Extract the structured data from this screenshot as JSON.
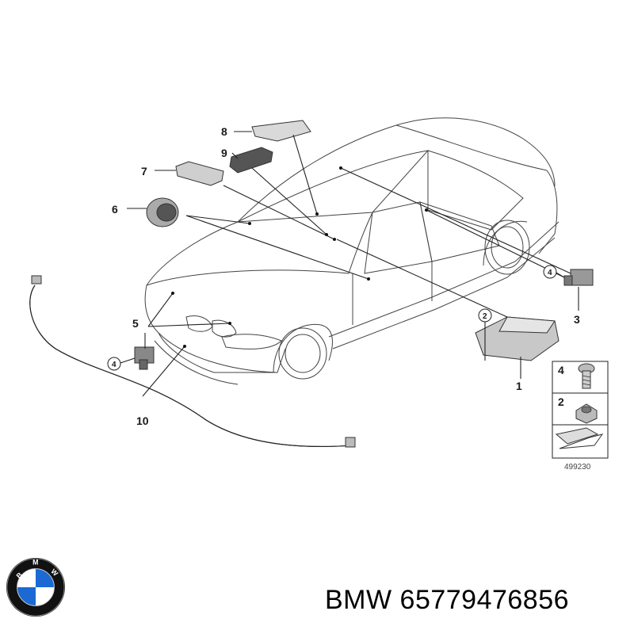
{
  "callouts": {
    "c1": "1",
    "c2": "2",
    "c3": "3",
    "c4": "4",
    "c5": "5",
    "c6": "6",
    "c7": "7",
    "c8": "8",
    "c9": "9",
    "c10": "10"
  },
  "legend": {
    "item_a": "4",
    "item_b": "2",
    "ref": "499230"
  },
  "caption": {
    "brand": "BMW",
    "part_number": "65779476856",
    "full": "BMW 65779476856"
  },
  "logo": {
    "letters": "BMW",
    "colors": {
      "blue": "#1c69d4",
      "white": "#ffffff",
      "ring": "#111111"
    }
  }
}
